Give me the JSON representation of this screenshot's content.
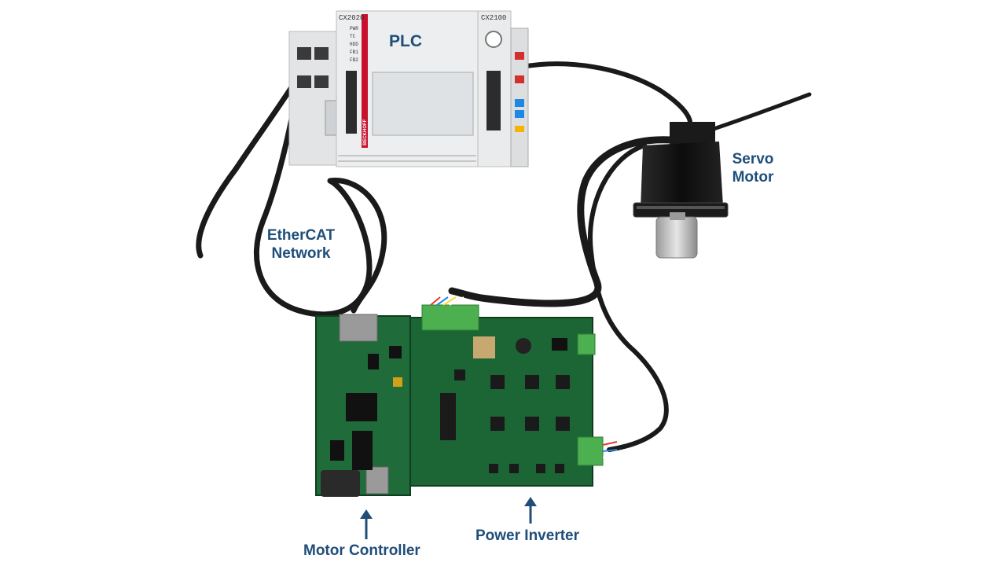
{
  "labels": {
    "plc": "PLC",
    "servo_motor": "Servo\nMotor",
    "ethercat_network": "EtherCAT\nNetwork",
    "motor_controller": "Motor Controller",
    "power_inverter": "Power Inverter"
  },
  "plc_module_labels": {
    "left_model": "CX2020",
    "right_model": "CX2100",
    "status_pwr": "PWR",
    "status_tc": "TC",
    "status_hdd": "HDD",
    "status_fb1": "FB1",
    "status_fb2": "FB2",
    "brand": "BECKHOFF"
  },
  "colors": {
    "label_text": "#1f4e79",
    "pcb_green": "#1f6b3a",
    "pcb_dark": "#14502a",
    "plc_body": "#e9ebec",
    "plc_red_stripe": "#c8102e",
    "cable": "#1a1a1a",
    "connector_green": "#4caf50",
    "motor_black": "#161616"
  }
}
